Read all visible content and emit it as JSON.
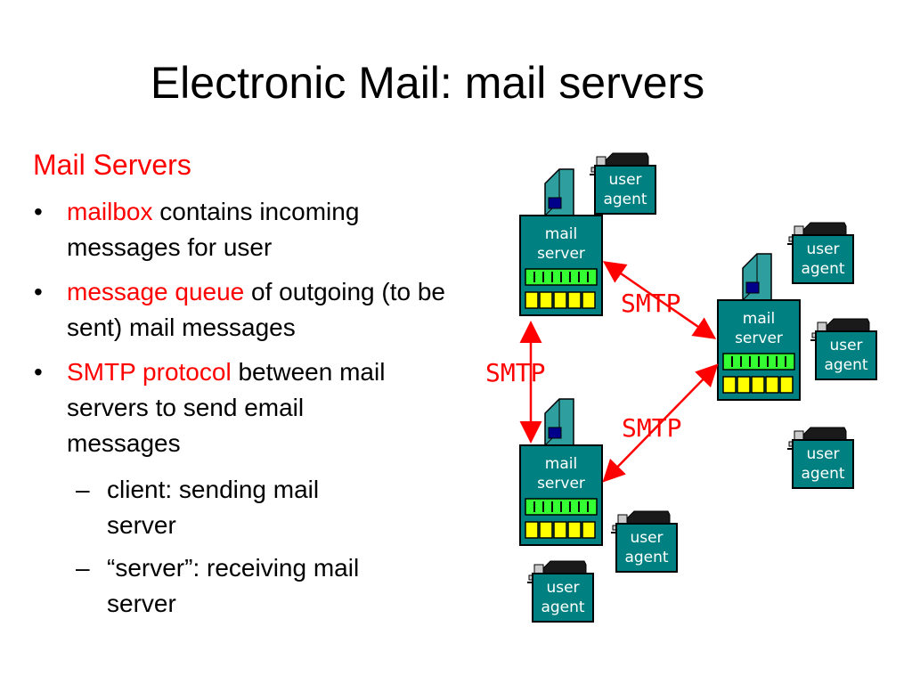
{
  "title": "Electronic Mail: mail servers",
  "section_heading": "Mail Servers",
  "bullets": [
    {
      "highlight": "mailbox",
      "text": " contains incoming messages for user"
    },
    {
      "highlight": "message queue",
      "text": " of outgoing (to be sent) mail messages"
    },
    {
      "highlight": "SMTP protocol",
      "text": " between mail servers to send email messages"
    }
  ],
  "bullet_symbol": "•",
  "sub_bullets": [
    {
      "text": "client: sending mail server"
    },
    {
      "text": "“server”: receiving mail server"
    }
  ],
  "sub_bullet_symbol": "–",
  "diagram": {
    "mail_server_label_line1": "mail",
    "mail_server_label_line2": "server",
    "user_agent_label_line1": "user",
    "user_agent_label_line2": "agent",
    "smtp_label": "SMTP"
  },
  "colors": {
    "title_text": "#000000",
    "highlight_text": "#ff0000",
    "node_fill": "#008080",
    "queue_fill": "#33ff33",
    "mailbox_fill": "#ffff00",
    "arrow": "#ff0000"
  }
}
